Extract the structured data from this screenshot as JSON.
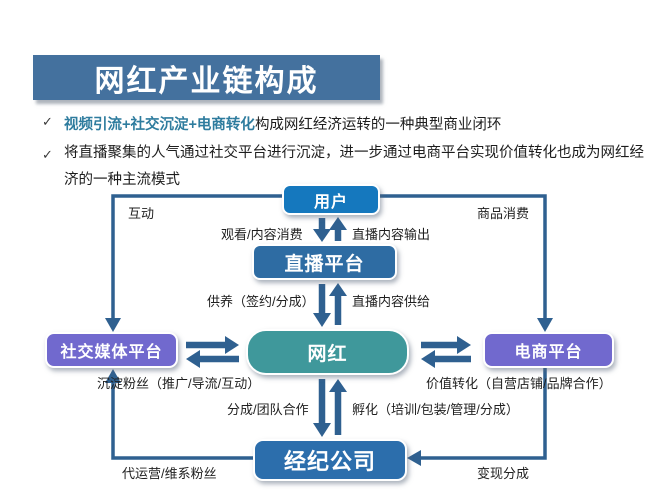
{
  "title": {
    "text": "网红产业链构成"
  },
  "bullets": [
    {
      "check": "✓",
      "highlight": "视频引流+社交沉淀+电商转化",
      "rest": "构成网红经济运转的一种典型商业闭环"
    },
    {
      "check": "✓",
      "highlight": "",
      "rest": "将直播聚集的人气通过社交平台进行沉淀，进一步通过电商平台实现价值转化也成为网红经济的一种主流模式"
    }
  ],
  "colors": {
    "title_banner": "#44719E",
    "highlight_text": "#2E7C9E",
    "connector": "#2F6090",
    "node_user": "#1578BE",
    "node_live_platform": "#2E6CA3",
    "node_social_platform": "#7169CE",
    "node_influencer": "#3F989B",
    "node_ecommerce_platform": "#7169CE",
    "node_agency": "#2C6EAC"
  },
  "diagram": {
    "nodes": {
      "user": {
        "label": "用户"
      },
      "live_platform": {
        "label": "直播平台"
      },
      "social_platform": {
        "label": "社交媒体平台"
      },
      "influencer": {
        "label": "网红"
      },
      "ecommerce_platform": {
        "label": "电商平台"
      },
      "agency": {
        "label": "经纪公司"
      }
    },
    "edge_labels": {
      "interaction": "互动",
      "goods_consumption": "商品消费",
      "watch_consume": "观看/内容消费",
      "live_content_output": "直播内容输出",
      "support_sign_share": "供养（签约/分成）",
      "live_content_supply": "直播内容供给",
      "settle_fans": "沉淀粉丝（推广/导流/互动）",
      "value_conversion": "价值转化（自营店铺/品牌合作）",
      "share_team_coop": "分成/团队合作",
      "incubation": "孵化（培训/包装/管理/分成）",
      "agent_operation": "代运营/维系粉丝",
      "monetize_share": "变现分成"
    }
  }
}
